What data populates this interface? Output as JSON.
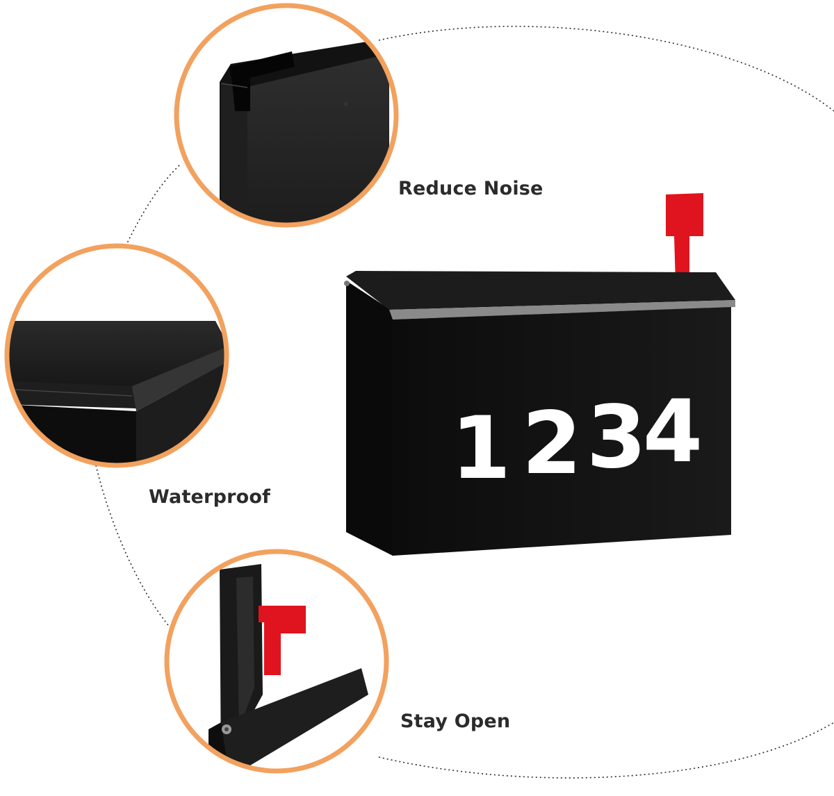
{
  "features": [
    {
      "id": "reduce-noise",
      "label": "Reduce Noise",
      "icon": "foam-strip-closeup"
    },
    {
      "id": "waterproof",
      "label": "Waterproof",
      "icon": "lid-edge-closeup"
    },
    {
      "id": "stay-open",
      "label": "Stay Open",
      "icon": "open-lid-closeup"
    }
  ],
  "mailbox": {
    "digits": [
      "1",
      "2",
      "3",
      "4"
    ],
    "body_color": "#141414",
    "lid_edge_color": "#8a8a8a",
    "flag_color": "#e0141e",
    "digit_color": "#ffffff"
  },
  "colors": {
    "ring": "#f2a15e",
    "dotted_path": "#2a2a2a",
    "label_text": "#2b2b2b"
  }
}
